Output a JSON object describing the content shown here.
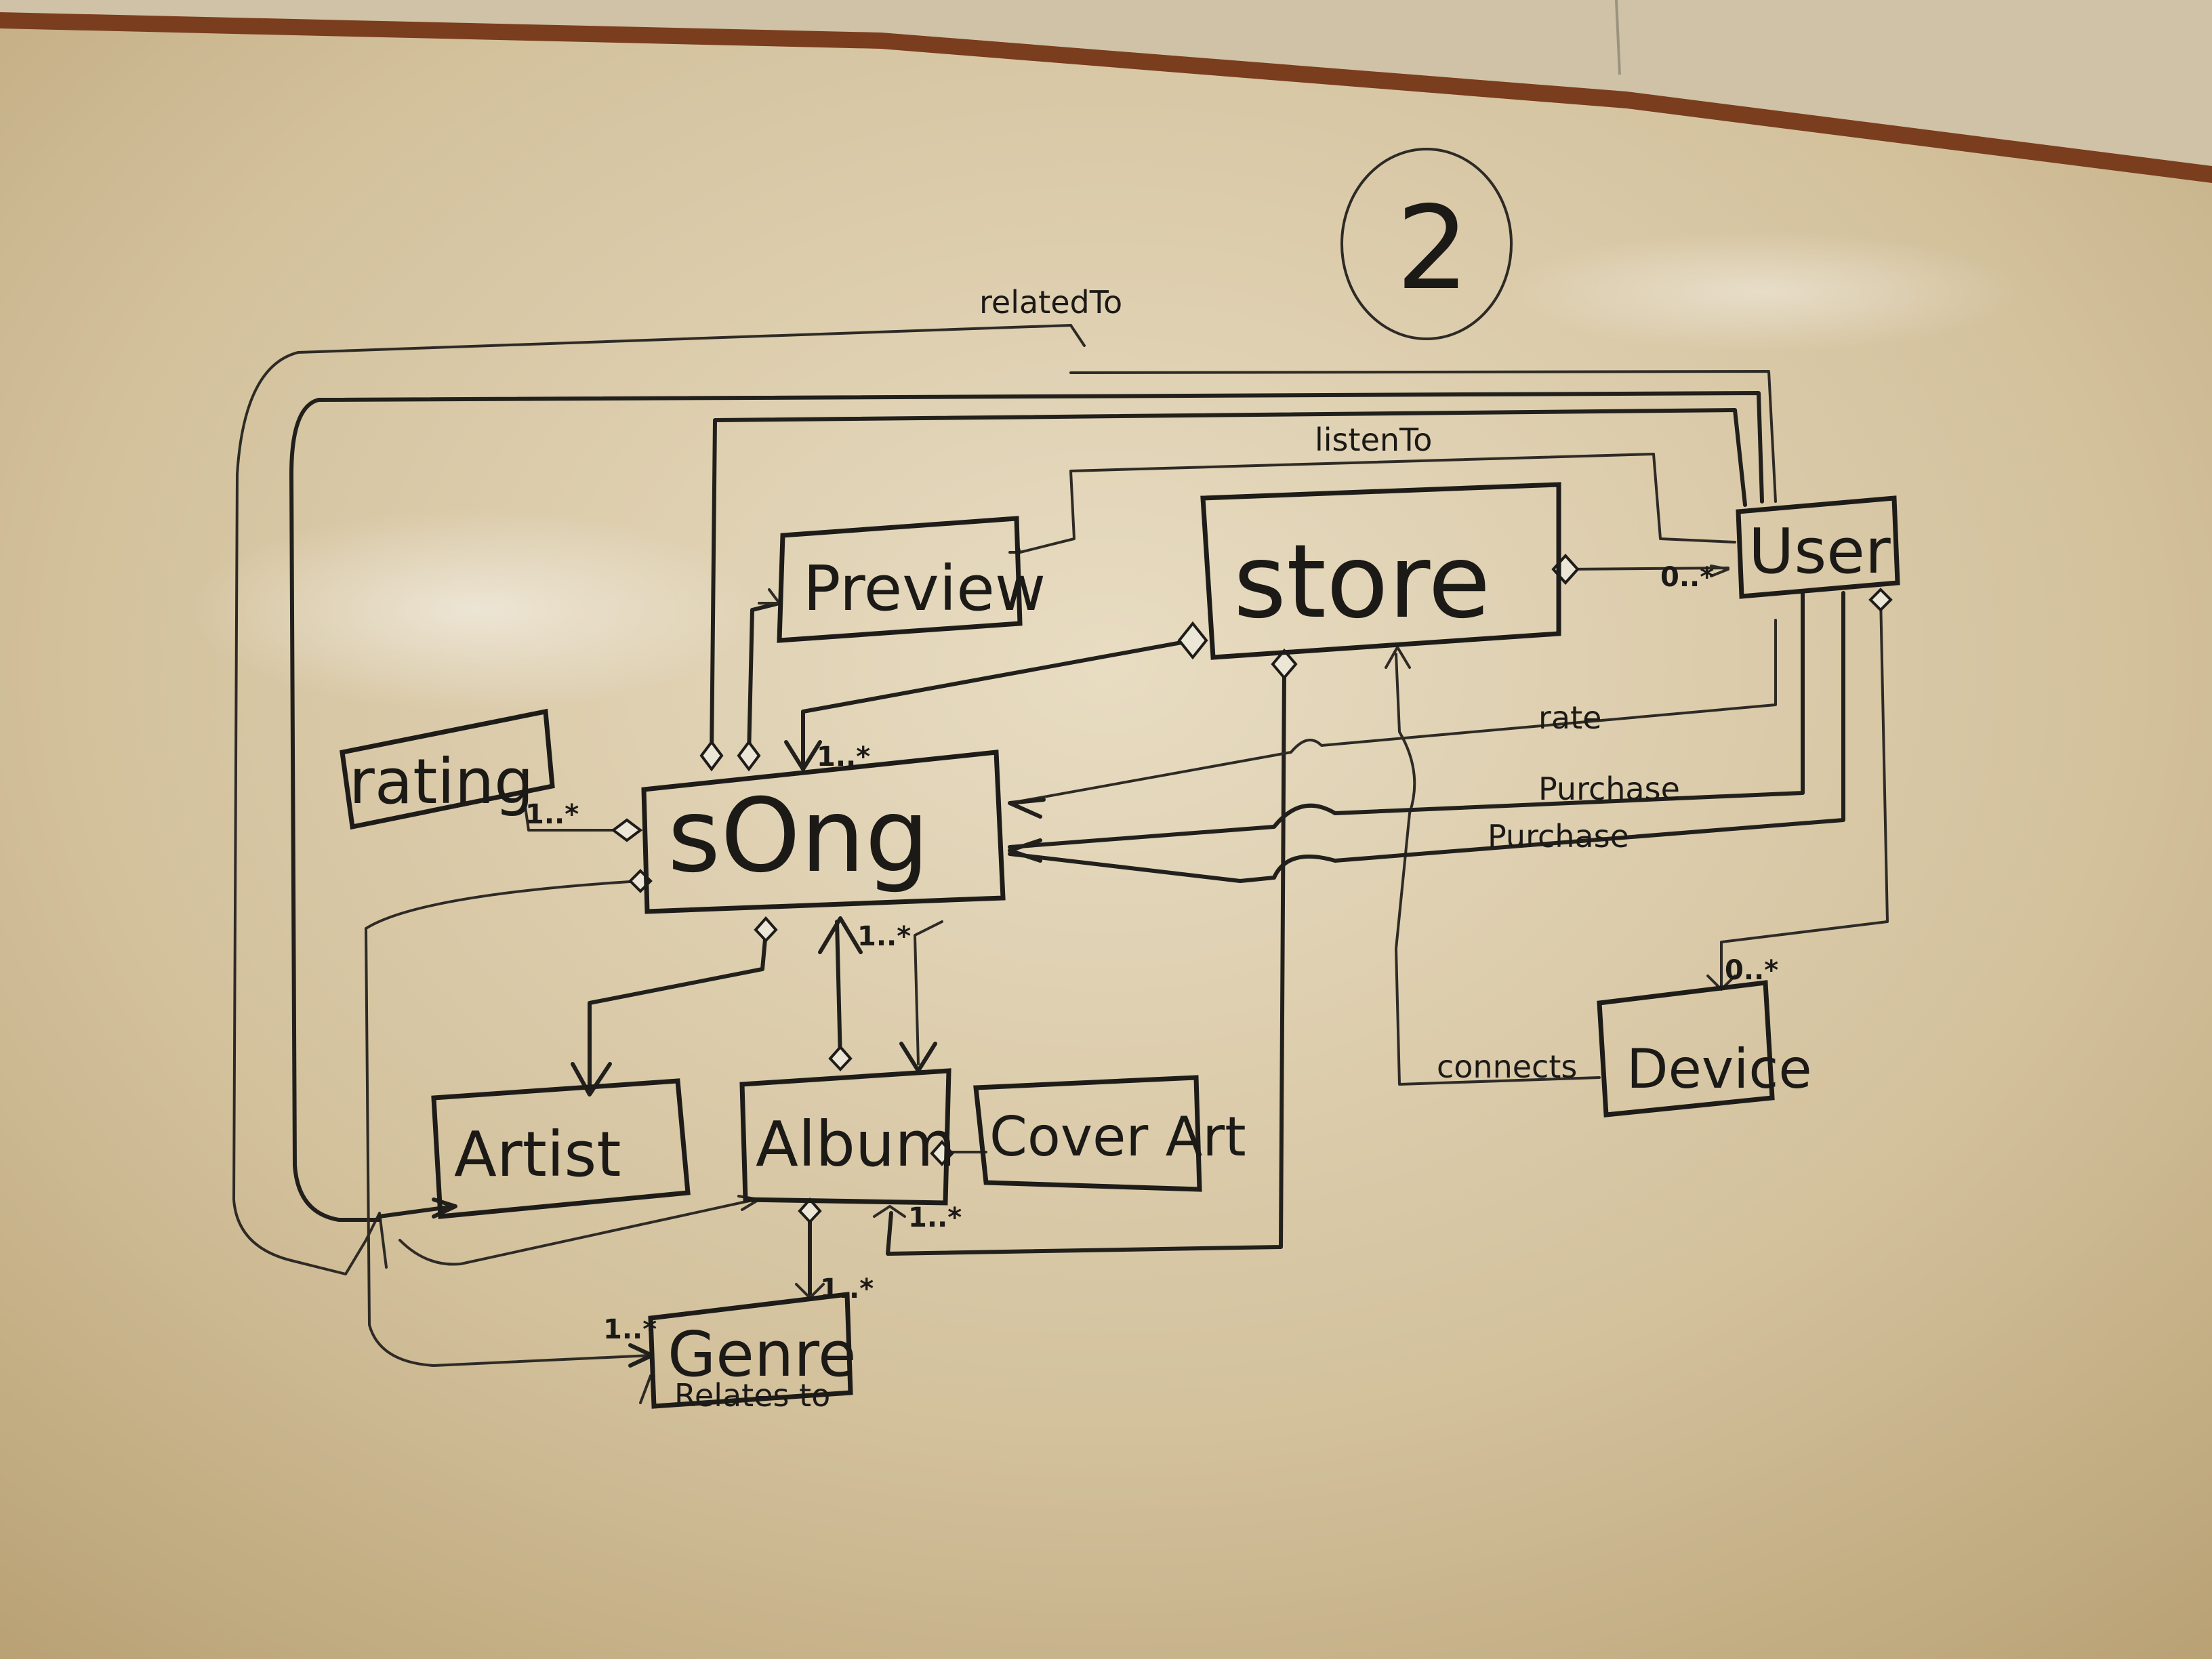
{
  "board": {
    "page_number": "2",
    "classes": {
      "song": "sOng",
      "store": "store",
      "preview": "Preview",
      "rating": "rating",
      "user": "User",
      "artist": "Artist",
      "album": "Album",
      "cover_art": "Cover Art",
      "genre": "Genre",
      "device": "Device"
    },
    "relations": {
      "related_to": "relatedTo",
      "listen_to": "listenTo",
      "rate": "rate",
      "purchase_1": "Purchase",
      "purchase_2": "Purchase",
      "connects": "connects",
      "relates_to": "Relates to"
    },
    "multiplicities": {
      "store_song": "1..*",
      "song_rating": "1..*",
      "store_user": "0..*",
      "song_album": "1..*",
      "album_store": "1..*",
      "album_genre": "1..*",
      "genre_in": "1..*",
      "user_device": "0..*"
    }
  }
}
